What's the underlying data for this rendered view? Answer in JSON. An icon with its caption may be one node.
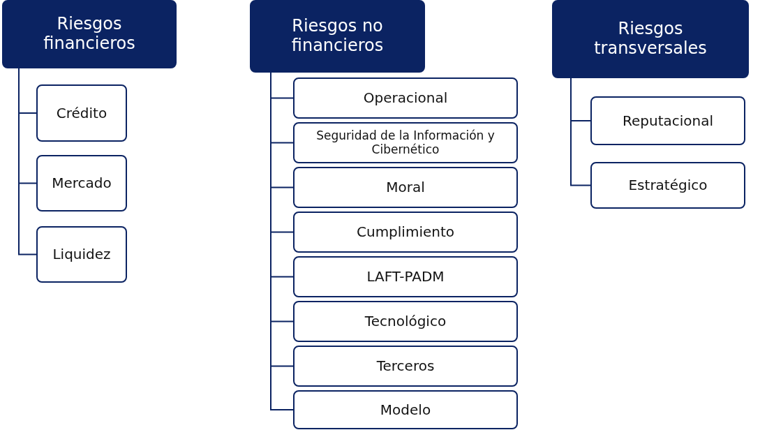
{
  "diagram": {
    "nodes": [
      {
        "text": [
          "Riesgos financieros"
        ]
      },
      {
        "text": [
          "Crédito"
        ]
      },
      {
        "text": [
          "Mercado"
        ]
      },
      {
        "text": [
          "Liquidez"
        ]
      },
      {
        "text": [
          "Riesgos no financieros"
        ]
      },
      {
        "text": [
          "Operacional"
        ]
      },
      {
        "text": [
          "Seguridad de la Información y Cibernético"
        ]
      },
      {
        "text": [
          "Moral"
        ]
      },
      {
        "text": [
          "Cumplimiento"
        ]
      },
      {
        "text": [
          "LAFT-PADM"
        ]
      },
      {
        "text": [
          "Tecnológico"
        ]
      },
      {
        "text": [
          "Terceros"
        ]
      },
      {
        "text": [
          "Modelo"
        ]
      },
      {
        "text": [
          "Riesgos transversales"
        ]
      },
      {
        "text": [
          "Reputacional"
        ]
      },
      {
        "text": [
          "Estratégico"
        ]
      }
    ],
    "edges": [
      {
        "from": 0,
        "to": 1,
        "arrow": "none"
      },
      {
        "from": 0,
        "to": 2,
        "arrow": "none"
      },
      {
        "from": 0,
        "to": 3,
        "arrow": "none"
      },
      {
        "from": 4,
        "to": 5,
        "arrow": "none"
      },
      {
        "from": 4,
        "to": 6,
        "arrow": "none"
      },
      {
        "from": 4,
        "to": 7,
        "arrow": "none"
      },
      {
        "from": 4,
        "to": 8,
        "arrow": "none"
      },
      {
        "from": 4,
        "to": 9,
        "arrow": "none"
      },
      {
        "from": 4,
        "to": 10,
        "arrow": "none"
      },
      {
        "from": 4,
        "to": 11,
        "arrow": "none"
      },
      {
        "from": 4,
        "to": 12,
        "arrow": "none"
      },
      {
        "from": 13,
        "to": 14,
        "arrow": "none"
      },
      {
        "from": 13,
        "to": 15,
        "arrow": "none"
      }
    ]
  }
}
